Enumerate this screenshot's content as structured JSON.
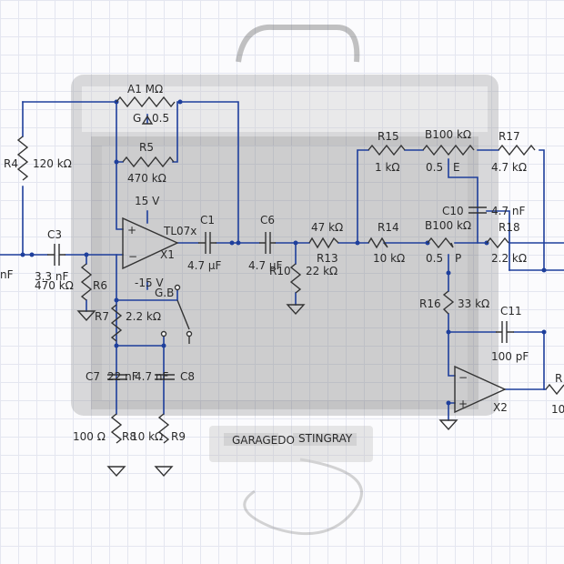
{
  "components": {
    "a1": {
      "name": "A1 MΩ",
      "sub": "G",
      "value": "0.5"
    },
    "r4": {
      "name": "R4",
      "value": "120 kΩ"
    },
    "r5": {
      "name": "R5",
      "value": "470 kΩ"
    },
    "supply_pos": "15 V",
    "supply_neg": "-15 V",
    "opamp1": {
      "name": "TL07x",
      "ref": "X1"
    },
    "c1": {
      "name": "C1",
      "value": "4.7 µF"
    },
    "c6": {
      "name": "C6",
      "value": "4.7 µF"
    },
    "c3": {
      "name": "C3",
      "value": "3.3 nF"
    },
    "r6": {
      "name": "R6",
      "value": "470 kΩ"
    },
    "left_nf": "nF",
    "gb": "G.B",
    "r7": {
      "name": "R7",
      "value": "2.2 kΩ"
    },
    "c7": {
      "name": "C7",
      "value": "22 nF"
    },
    "c8": {
      "name": "C8",
      "value": "4.7 nF"
    },
    "r8": {
      "name": "R8",
      "value": "100 Ω"
    },
    "r9": {
      "name": "R9",
      "value": "10 kΩ"
    },
    "r10": {
      "name": "R10"
    },
    "r13": {
      "name": "R13",
      "value": "22 kΩ",
      "top": "47 kΩ"
    },
    "r15": {
      "name": "R15",
      "value": "1 kΩ"
    },
    "b100_top": {
      "name": "B100 kΩ",
      "pos": "0.5",
      "sub": "E"
    },
    "r17": {
      "name": "R17",
      "value": "4.7 kΩ"
    },
    "c10": {
      "name": "C10",
      "value": "4.7 nF"
    },
    "r14": {
      "name": "R14",
      "value": "10 kΩ"
    },
    "b100_mid": {
      "name": "B100 kΩ",
      "pos": "0.5",
      "sub": "P"
    },
    "r18": {
      "name": "R18",
      "value": "2.2 kΩ"
    },
    "r16": {
      "name": "R16",
      "value": "33 kΩ"
    },
    "c11": {
      "name": "C11",
      "value": "100 pF"
    },
    "opamp2": {
      "ref": "X2"
    },
    "right_r": "R",
    "right_val": "10"
  },
  "photo": {
    "brand_left": "GARAGEDO",
    "brand_right": "STINGRAY"
  }
}
